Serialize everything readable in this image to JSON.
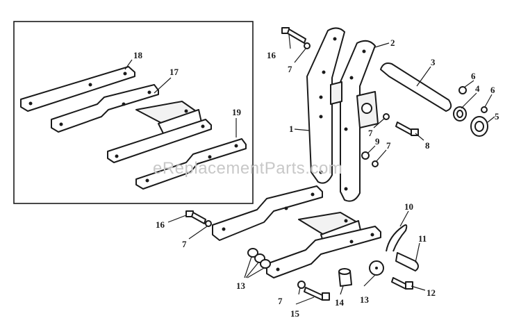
{
  "watermark": "eReplacementParts.com",
  "callouts": {
    "c1": "1",
    "c2": "2",
    "c3": "3",
    "c4": "4",
    "c5": "5",
    "c6a": "6",
    "c6b": "6",
    "c7a": "7",
    "c7b": "7",
    "c7c": "7",
    "c7d": "7",
    "c7e": "7",
    "c8": "8",
    "c9": "9",
    "c10": "10",
    "c11": "11",
    "c12": "12",
    "c13a": "13",
    "c13b": "13",
    "c14": "14",
    "c15": "15",
    "c16a": "16",
    "c16b": "16",
    "c17": "17",
    "c18": "18",
    "c19": "19"
  }
}
